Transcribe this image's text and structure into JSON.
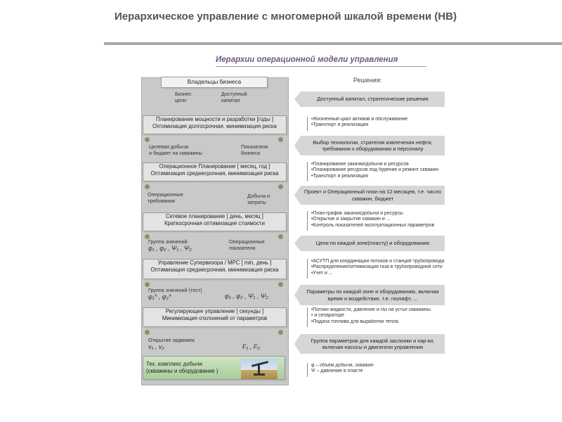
{
  "title": "Иерархическое управление с многомерной шкалой времени (НВ)",
  "subtitle": "Иерархии операционной модели управления",
  "decisions_header": "Решения:",
  "owner_box": "Владельцы бизнеса",
  "levels": [
    {
      "line1": "Планирование мощности и разработки [годы ]",
      "line2": "Оптимизация долгосрочная, минимизация риска"
    },
    {
      "line1": "Операционное Планирование [ месяц, год ]",
      "line2": "Оптимизация среднесрочная, минимизация риска"
    },
    {
      "line1": "Сетевое планирование [ день, месяц ]",
      "line2": "Краткосрочная оптимизация стоимости"
    },
    {
      "line1": "Управление Супервизора / МРС [ min, день ]",
      "line2": "Оптимизация среднесрочная, минимизация риска"
    },
    {
      "line1": "Регулирующее управление [ секунды ]",
      "line2": "Минимизация отклонений от параметров"
    },
    {
      "line1": "Тех. комплекс добычи",
      "line2": "(скважины и оборудование )"
    }
  ],
  "flow_labels": {
    "l1_left": [
      "Бизнес",
      "цели"
    ],
    "l1_right": [
      "Доступный",
      "капитал"
    ],
    "l2_left": [
      "Целевая добыча",
      "и бюджет на скважины"
    ],
    "l2_right": [
      "Показатели",
      "бизнеса"
    ],
    "l3_left": [
      "Операционные",
      "требования"
    ],
    "l3_right": [
      "Добыча и",
      "затраты"
    ],
    "l4_left": [
      "Группа значений",
      "φ₁ , φ₂ , Ψ₁ , Ψ₂"
    ],
    "l4_right": [
      "Операционные",
      "показатели"
    ],
    "l5_left": [
      "Группа значений (тест)",
      "φ₁* , φ₂*"
    ],
    "l5_right": [
      "φ₁ , φ₂ , Ψ₁ , Ψ₂"
    ],
    "l6_left": [
      "Открытие задвижек",
      "ν₁ , ν₂"
    ],
    "l6_right": [
      "F₁ , F₂"
    ]
  },
  "decisions": [
    {
      "text": "Доступный капитал, стратегические решения"
    },
    {
      "text": "Выбор технологии, стратегия извлечения нефти, требования к оборудованию и персоналу"
    },
    {
      "text": "Проект и Операционный план на 12 месяцев, т.е. число скважин, бюджет"
    },
    {
      "text": "Цели по каждой зоне(пласту) и оборудованию"
    },
    {
      "text": "Параметры по каждой зоне и оборудованию, включая время и воздействие, т.е. газлифт, ..."
    },
    {
      "text": "Группа параметров для каждой заслонки и хар-ки, включая насосы и двигатели управления"
    }
  ],
  "bullets": [
    [
      "•Жизненный цикл активов и обслуживание",
      "•Транспорт и реализация"
    ],
    [
      "•Планирование закачки/добычи и ресурсов",
      "•Планирование ресурсов под бурение и ремонт скважин",
      "•Транспорт и реализация"
    ],
    [
      "•План-график закачки/добычи и ресурсы",
      "•Открытие и закрытие скважин и ...",
      "•Контроль показателей эксплуатационных параметров"
    ],
    [
      "•АСУТП для координации потоков и станций трубопровода",
      "•Распределение/оптимизация газа в трубопроводной сети",
      "•Учет и ..."
    ],
    [
      "•Потоки жидкости, давление и газ на устье скважины",
      "• и сепараторе",
      "•Подача топлива для выработки тепла"
    ],
    [
      "φ – объем добычи, скважин",
      "Ψ – давление в пласте"
    ]
  ],
  "colors": {
    "title": "#555555",
    "subtitle": "#6e5a80",
    "box_fill": "#e3e3e3",
    "arrow_fill": "#d6d6d6",
    "bottom_box": "#a9cd9a"
  },
  "icons": {
    "bottom_photo": "oil-pump-icon"
  }
}
